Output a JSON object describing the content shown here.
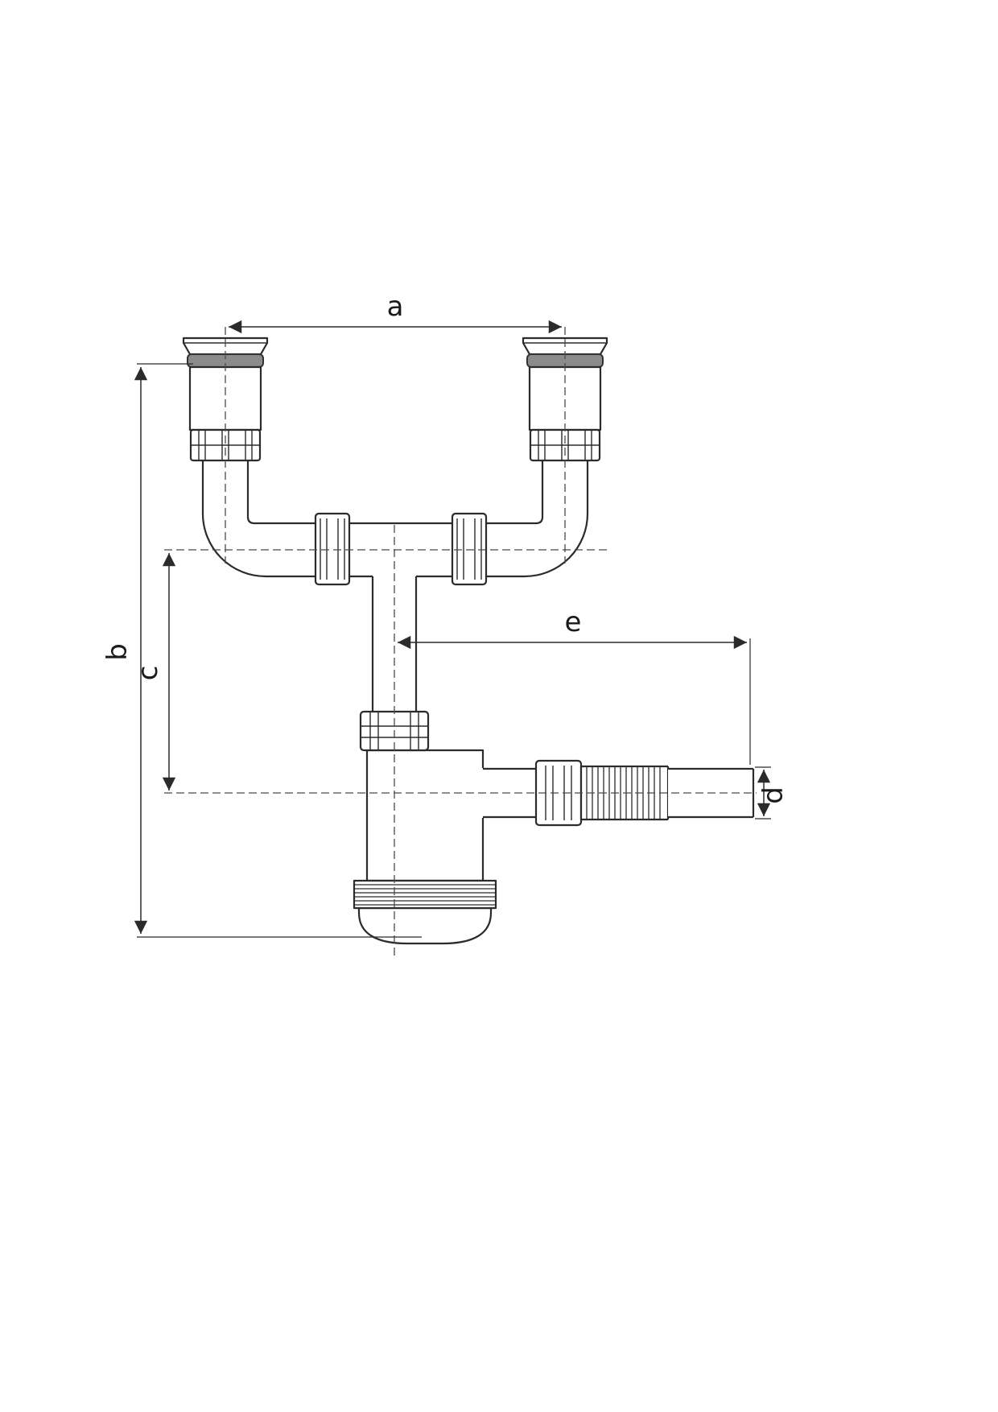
{
  "diagram": {
    "type": "technical-drawing",
    "subject": "double-bowl sink bottle trap with dimension callouts",
    "dimension_labels": {
      "a": "a",
      "b": "b",
      "c": "c",
      "d": "d",
      "e": "e"
    },
    "colors": {
      "line": "#2b2b2b",
      "centerline": "#4a4a4a",
      "drain_rim": "#8b8b8b",
      "background": "#ffffff"
    }
  }
}
